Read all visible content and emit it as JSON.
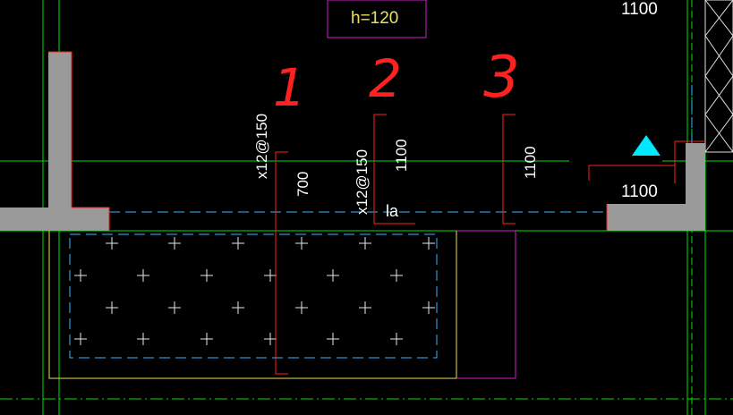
{
  "colors": {
    "background": "#000000",
    "axis_green": "#00e000",
    "dash_cyan": "#38b8ff",
    "wall_fill": "#9a9a9a",
    "rebar_red": "#ff2020",
    "dim_white": "#ffffff",
    "outline_yellow": "#e8e060",
    "outline_magenta": "#d020d0",
    "marker_cyan": "#00e8ff",
    "hatch_white": "#e8e8e8"
  },
  "labels": {
    "slab_thickness": "h=120",
    "top_right_dim": "1100",
    "rebar_left": "x12@150",
    "rebar_mid": "x12@150",
    "dim_700": "700",
    "dim_1100_a": "1100",
    "dim_1100_b": "1100",
    "dim_1100_c": "1100",
    "anchor_la": "la"
  },
  "annotations": {
    "mark_1": "1",
    "mark_2": "2",
    "mark_3": "3"
  },
  "icons": {
    "elevation_marker": "cyan-triangle-icon",
    "hatch": "plus-hatch-icon"
  }
}
